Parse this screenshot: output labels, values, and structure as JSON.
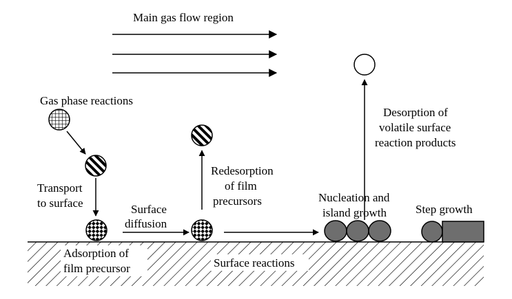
{
  "title": "Main gas flow region",
  "labels": {
    "gas_phase_reactions": "Gas phase reactions",
    "transport_line1": "Transport",
    "transport_line2": "to surface",
    "adsorption_line1": "Adsorption of",
    "adsorption_line2": "film precursor",
    "surface_diffusion_line1": "Surface",
    "surface_diffusion_line2": "diffusion",
    "redesorption_line1": "Redesorption",
    "redesorption_line2": "of film",
    "redesorption_line3": "precursors",
    "surface_reactions": "Surface reactions",
    "nucleation_line1": "Nucleation and",
    "nucleation_line2": "island growth",
    "step_growth": "Step growth",
    "desorption_line1": "Desorption of",
    "desorption_line2": "volatile surface",
    "desorption_line3": "reaction products"
  },
  "colors": {
    "ink": "#000000",
    "background": "#ffffff",
    "island_fill": "#6e6e6e"
  }
}
